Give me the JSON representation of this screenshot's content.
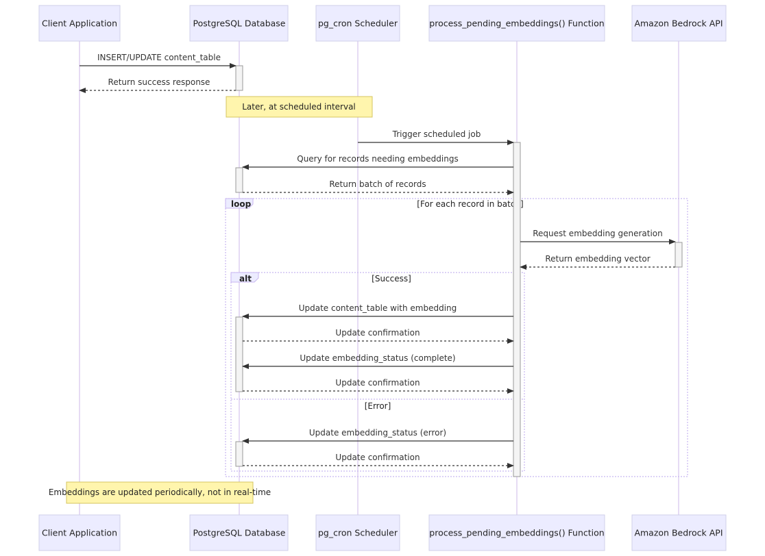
{
  "participants": [
    {
      "id": "client",
      "label": "Client Application"
    },
    {
      "id": "db",
      "label": "PostgreSQL Database"
    },
    {
      "id": "cron",
      "label": "pg_cron Scheduler"
    },
    {
      "id": "fn",
      "label": "process_pending_embeddings() Function"
    },
    {
      "id": "bedrock",
      "label": "Amazon Bedrock API"
    }
  ],
  "messages": [
    {
      "from": "client",
      "to": "db",
      "text": "INSERT/UPDATE content_table",
      "kind": "solid"
    },
    {
      "from": "db",
      "to": "client",
      "text": "Return success response",
      "kind": "dashed"
    },
    {
      "from": "cron",
      "to": "fn",
      "text": "Trigger scheduled job",
      "kind": "solid"
    },
    {
      "from": "fn",
      "to": "db",
      "text": "Query for records needing embeddings",
      "kind": "solid"
    },
    {
      "from": "db",
      "to": "fn",
      "text": "Return batch of records",
      "kind": "dashed"
    },
    {
      "from": "fn",
      "to": "bedrock",
      "text": "Request embedding generation",
      "kind": "solid"
    },
    {
      "from": "bedrock",
      "to": "fn",
      "text": "Return embedding vector",
      "kind": "dashed"
    },
    {
      "from": "fn",
      "to": "db",
      "text": "Update content_table with embedding",
      "kind": "solid"
    },
    {
      "from": "db",
      "to": "fn",
      "text": "Update confirmation",
      "kind": "dashed"
    },
    {
      "from": "fn",
      "to": "db",
      "text": "Update embedding_status (complete)",
      "kind": "solid"
    },
    {
      "from": "db",
      "to": "fn",
      "text": "Update confirmation",
      "kind": "dashed"
    },
    {
      "from": "fn",
      "to": "db",
      "text": "Update embedding_status (error)",
      "kind": "solid"
    },
    {
      "from": "db",
      "to": "fn",
      "text": "Update confirmation",
      "kind": "dashed"
    }
  ],
  "notes": [
    {
      "text": "Later, at scheduled interval"
    },
    {
      "text": "Embeddings are updated periodically, not in real-time"
    }
  ],
  "frames": {
    "loop": {
      "keyword": "loop",
      "condition": "[For each record in batch]"
    },
    "alt": {
      "keyword": "alt",
      "condition": "[Success]",
      "else_condition": "[Error]"
    }
  }
}
